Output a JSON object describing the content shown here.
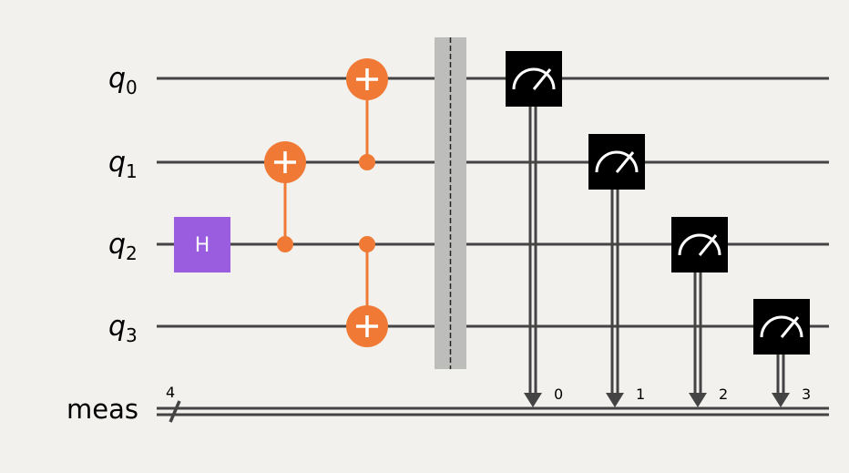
{
  "colors": {
    "background": "#f2f1ee",
    "wire": "#444444",
    "h_gate": "#9a5de0",
    "cx": "#f07a35",
    "measure": "#000000",
    "barrier": "#bdbdbb"
  },
  "qubits": [
    {
      "name": "q",
      "sub": "0"
    },
    {
      "name": "q",
      "sub": "1"
    },
    {
      "name": "q",
      "sub": "2"
    },
    {
      "name": "q",
      "sub": "3"
    }
  ],
  "classical": {
    "label": "meas",
    "width": "4"
  },
  "gates": {
    "h": {
      "label": "H",
      "qubit": 2
    },
    "cx": [
      {
        "control": 2,
        "target": 1
      },
      {
        "control": 1,
        "target": 0
      },
      {
        "control": 2,
        "target": 3
      }
    ],
    "barrier": {
      "qubits": [
        0,
        1,
        2,
        3
      ]
    },
    "measure": [
      {
        "qubit": 0,
        "bit": "0"
      },
      {
        "qubit": 1,
        "bit": "1"
      },
      {
        "qubit": 2,
        "bit": "2"
      },
      {
        "qubit": 3,
        "bit": "3"
      }
    ]
  }
}
